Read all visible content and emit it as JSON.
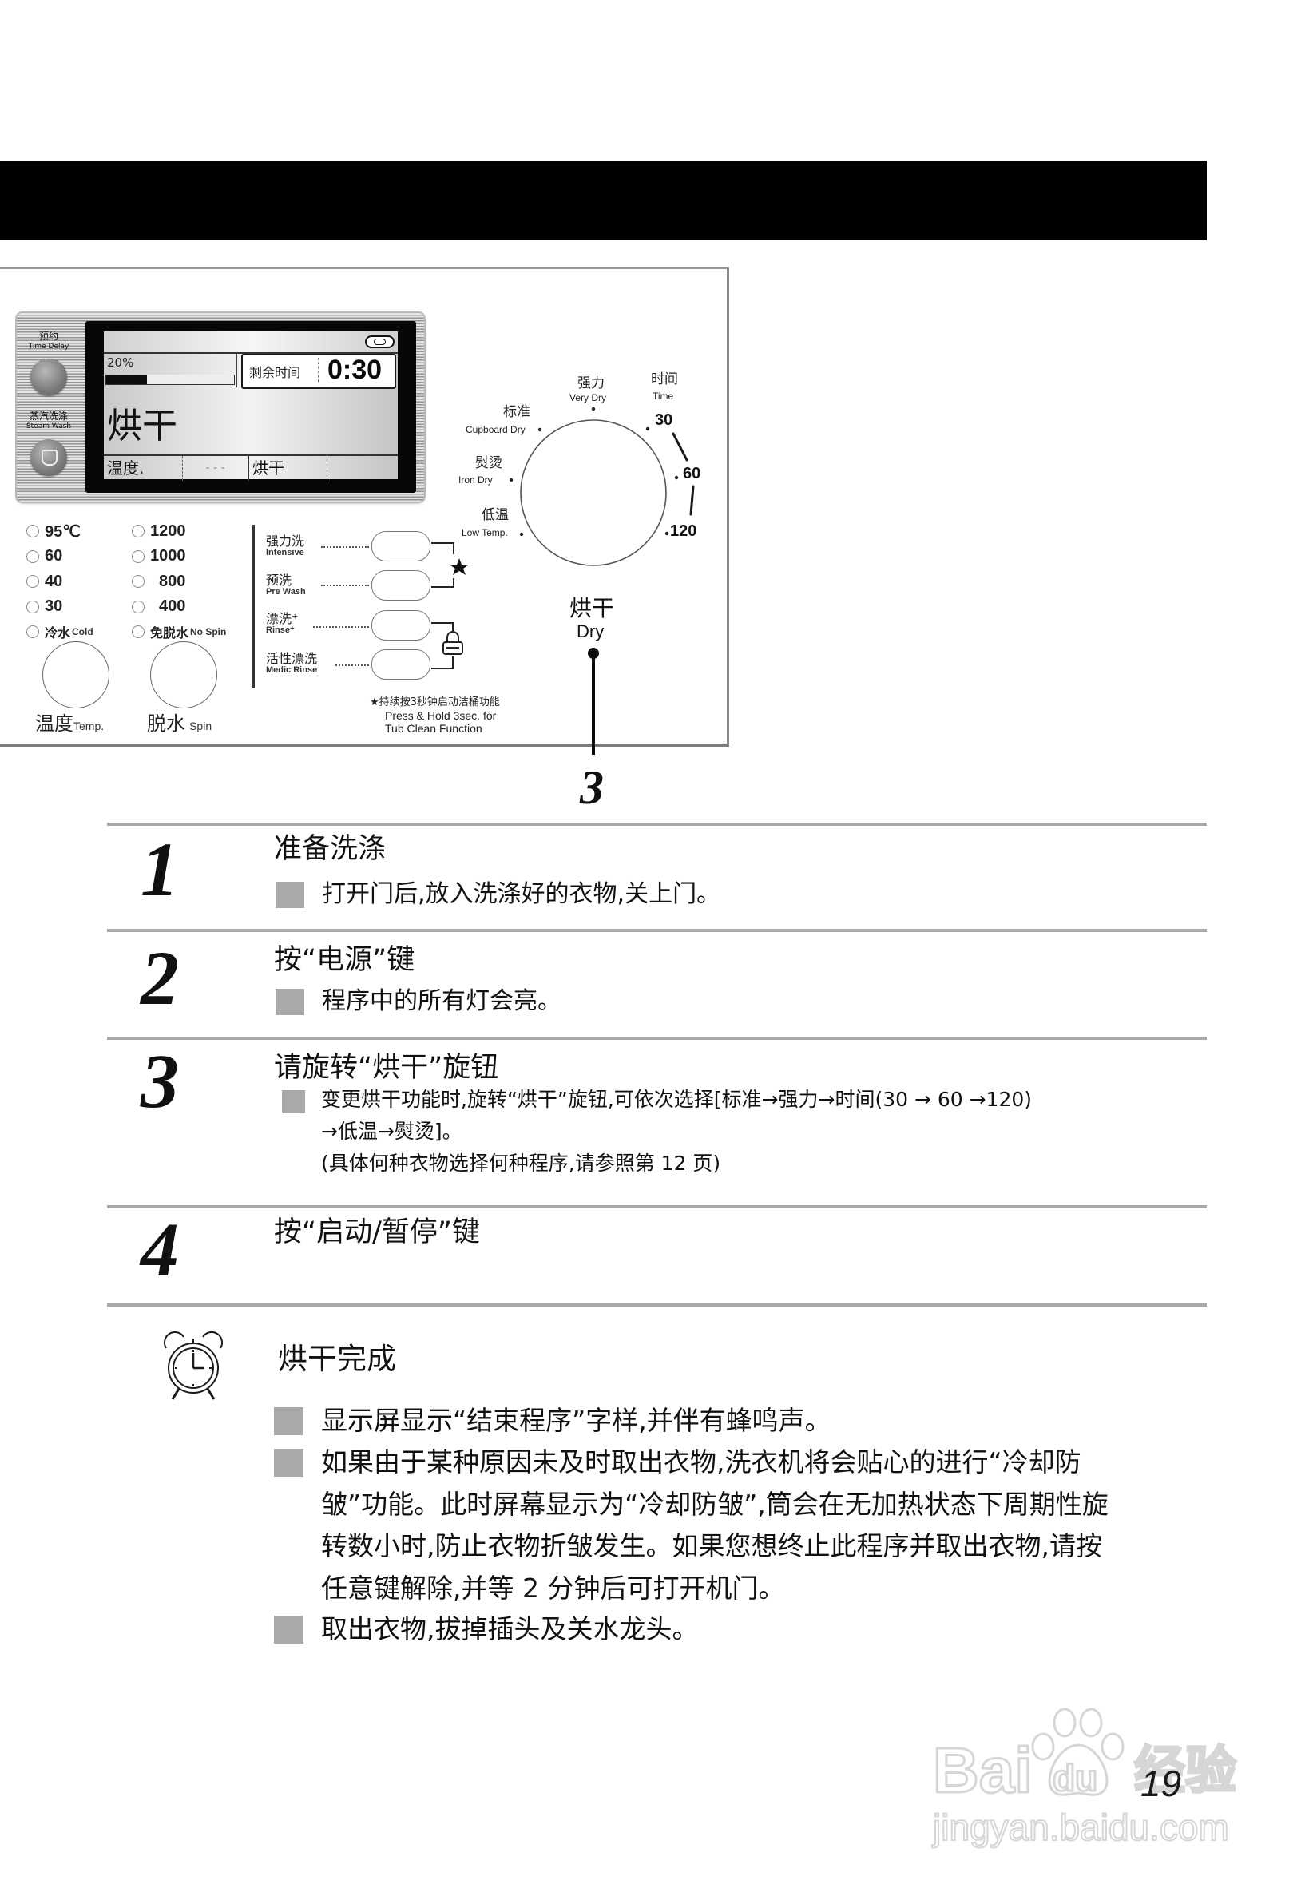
{
  "control_panel": {
    "lcd": {
      "time_delay": {
        "label_cn": "预约",
        "label_en": "Time Delay"
      },
      "steam_wash": {
        "label_cn": "蒸汽洗涤",
        "label_en": "Steam Wash"
      },
      "progress_label": "20%",
      "remaining_label": "剩余时间",
      "remaining_time": "0:30",
      "program_name": "烘干",
      "status_row": [
        "温度.",
        "- - -",
        "烘干",
        ""
      ]
    },
    "temperature": {
      "options": [
        "95℃",
        "60",
        "40",
        "30",
        "冷水"
      ],
      "cold_en": "Cold",
      "label_cn": "温度",
      "label_en": "Temp."
    },
    "spin": {
      "options": [
        "1200",
        "1000",
        "800",
        "400",
        "免脱水"
      ],
      "no_spin_en": "No Spin",
      "label_cn": "脱水",
      "label_en": "Spin"
    },
    "option_buttons": [
      {
        "label_cn": "强力洗",
        "label_en": "Intensive"
      },
      {
        "label_cn": "预洗",
        "label_en": "Pre Wash"
      },
      {
        "label_cn": "漂洗⁺",
        "label_en": "Rinse⁺"
      },
      {
        "label_cn": "活性漂洗",
        "label_en": "Medic Rinse"
      }
    ],
    "tub_clean_note": {
      "cn": "★持续按3秒钟启动洁桶功能",
      "en_line1": "Press & Hold 3sec. for",
      "en_line2": "Tub Clean Function"
    },
    "dry_dial": {
      "label_cn": "烘干",
      "label_en": "Dry",
      "very_dry": {
        "cn": "强力",
        "en": "Very Dry"
      },
      "cupboard_dry": {
        "cn": "标准",
        "en": "Cupboard Dry"
      },
      "iron_dry": {
        "cn": "熨烫",
        "en": "Iron Dry"
      },
      "low_temp": {
        "cn": "低温",
        "en": "Low Temp."
      },
      "time": {
        "cn": "时间",
        "en": "Time",
        "values": [
          "30",
          "60",
          "120"
        ]
      }
    }
  },
  "callout": {
    "number": "3"
  },
  "steps": [
    {
      "number": "1",
      "title": "准备洗涤",
      "lines": [
        "打开门后,放入洗涤好的衣物,关上门。"
      ]
    },
    {
      "number": "2",
      "title": "按“电源”键",
      "lines": [
        "程序中的所有灯会亮。"
      ]
    },
    {
      "number": "3",
      "title": "请旋转“烘干”旋钮",
      "lines": [
        "变更烘干功能时,旋转“烘干”旋钮,可依次选择[标准→强力→时间(30 → 60 →120)",
        "→低温→熨烫]。",
        "(具体何种衣物选择何种程序,请参照第 12 页)"
      ]
    },
    {
      "number": "4",
      "title": "按“启动/暂停”键",
      "lines": []
    }
  ],
  "completion": {
    "title": "烘干完成",
    "bullets": [
      {
        "lines": [
          "显示屏显示“结束程序”字样,并伴有蜂鸣声。"
        ]
      },
      {
        "lines": [
          "如果由于某种原因未及时取出衣物,洗衣机将会贴心的进行“冷却防",
          "皱”功能。此时屏幕显示为“冷却防皱”,筒会在无加热状态下周期性旋",
          "转数小时,防止衣物折皱发生。如果您想终止此程序并取出衣物,请按",
          "任意键解除,并等 2 分钟后可打开机门。"
        ]
      },
      {
        "lines": [
          "取出衣物,拔掉插头及关水龙头。"
        ]
      }
    ]
  },
  "page_number": "19",
  "watermark": {
    "brand": "Bai",
    "paw_text": "du",
    "product_cn": "经验",
    "url": "jingyan.baidu.com"
  },
  "colors": {
    "header_bar": "#000000",
    "rule": "#a8a8a8",
    "bullet": "#a9a9a9"
  }
}
